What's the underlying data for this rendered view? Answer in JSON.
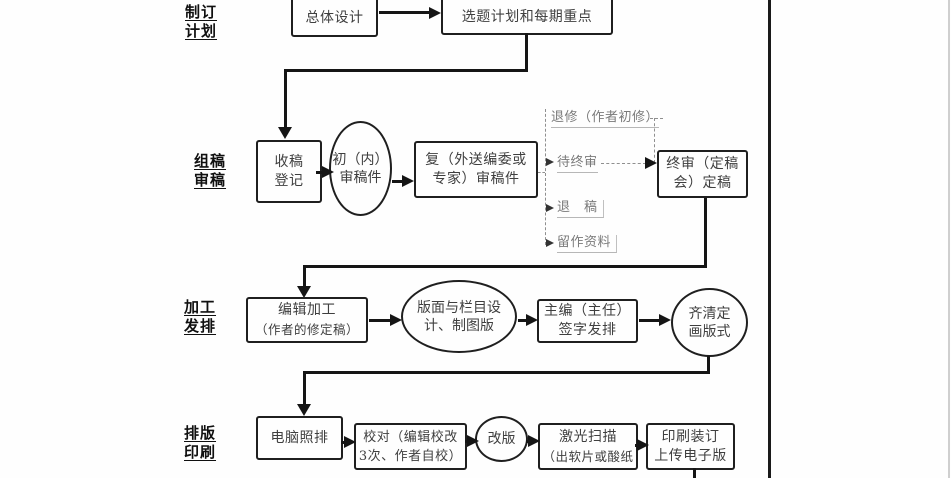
{
  "palette": {
    "line": "#151515",
    "box_border": "#1f1f1f",
    "box_text": "#3f3f3f",
    "branch_text": "#7a7a7a",
    "label_text": "#101010",
    "background": "#fefefe"
  },
  "stage_labels": {
    "plan": {
      "l1": "制订",
      "l2": "计划"
    },
    "review": {
      "l1": "组稿",
      "l2": "审稿"
    },
    "process": {
      "l1": "加工",
      "l2": "发排"
    },
    "print": {
      "l1": "排版",
      "l2": "印刷"
    }
  },
  "row1": {
    "overall_design": "总体设计",
    "topic_plan": "选题计划和每期重点"
  },
  "row2": {
    "receive_register": {
      "l1": "收稿",
      "l2": "登记"
    },
    "initial_review": {
      "l1": "初（内）",
      "l2": "审稿件"
    },
    "second_review": {
      "l1": "复（外送编委或",
      "l2": "专家）审稿件"
    },
    "final_review": {
      "l1": "终审（定稿",
      "l2": "会）定稿"
    },
    "branch_return_revise": "退修（作者初修）",
    "branch_wait_final": "待终审",
    "branch_reject": "退　稿",
    "branch_keep_material": "留作资料"
  },
  "row3": {
    "editing": {
      "l1": "编辑加工",
      "l2": "（作者的修定稿）"
    },
    "layout_design": {
      "l1": "版面与栏目设",
      "l2": "计、制图版"
    },
    "chief_sign": {
      "l1": "主编（主任）",
      "l2": "签字发排"
    },
    "finalize_layout": {
      "l1": "齐清定",
      "l2": "画版式"
    }
  },
  "row4": {
    "computer_typeset": "电脑照排",
    "proofread": {
      "l1": "校对（编辑校改",
      "l2": "3次、作者自校）"
    },
    "revise_plate": "改版",
    "laser_scan": {
      "l1": "激光扫描",
      "l2": "（出软片或酸纸"
    },
    "print_bind": {
      "l1": "印刷装订",
      "l2": "上传电子版"
    }
  }
}
